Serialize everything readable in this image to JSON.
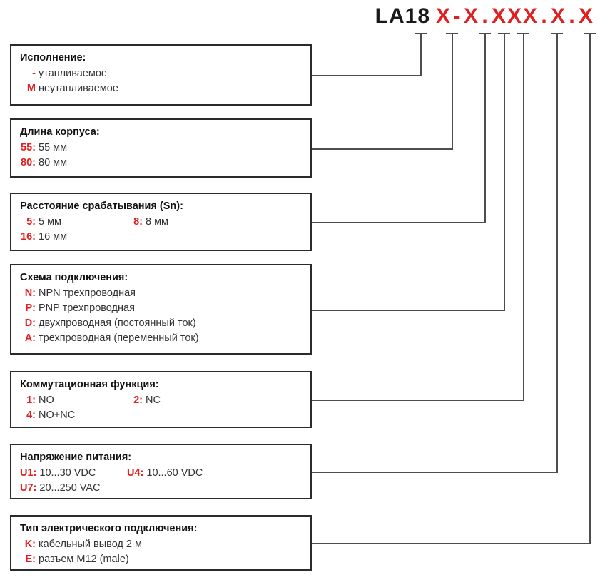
{
  "product_code": {
    "prefix": "LA18",
    "slots": [
      "X",
      "X",
      "X",
      "X",
      "X",
      "X",
      "X"
    ],
    "separators": [
      "-",
      ".",
      "",
      "",
      ".",
      "."
    ],
    "full_code": "LA18X-X.XXX.X.X",
    "prefix_color": "#1a1a1a",
    "slot_color": "#e02020"
  },
  "boxes": [
    {
      "title": "Исполнение:",
      "options": [
        [
          {
            "code": "-",
            "text": "утапливаемое"
          }
        ],
        [
          {
            "code": "M",
            "text": "неутапливаемое"
          }
        ]
      ]
    },
    {
      "title": "Длина корпуса:",
      "options": [
        [
          {
            "code": "55:",
            "text": "55 мм"
          }
        ],
        [
          {
            "code": "80:",
            "text": "80 мм"
          }
        ]
      ]
    },
    {
      "title": "Расстояние срабатывания (Sn):",
      "options": [
        [
          {
            "code": "5:",
            "text": "5 мм"
          },
          {
            "code": "8:",
            "text": "8 мм"
          }
        ],
        [
          {
            "code": "16:",
            "text": "16 мм"
          }
        ]
      ]
    },
    {
      "title": "Схема подключения:",
      "options": [
        [
          {
            "code": "N:",
            "text": "NPN трехпроводная"
          }
        ],
        [
          {
            "code": "P:",
            "text": "PNP трехпроводная"
          }
        ],
        [
          {
            "code": "D:",
            "text": "двухпроводная (постоянный ток)"
          }
        ],
        [
          {
            "code": "A:",
            "text": "трехпроводная (переменный ток)"
          }
        ]
      ]
    },
    {
      "title": "Коммутационная функция:",
      "options": [
        [
          {
            "code": "1:",
            "text": "NO"
          },
          {
            "code": "2:",
            "text": "NC"
          }
        ],
        [
          {
            "code": "4:",
            "text": "NO+NC"
          }
        ]
      ]
    },
    {
      "title": "Напряжение питания:",
      "options": [
        [
          {
            "code": "U1:",
            "text": "10...30 VDC"
          },
          {
            "code": "U4:",
            "text": "10...60 VDC"
          }
        ],
        [
          {
            "code": "U7:",
            "text": "20...250 VAC"
          }
        ]
      ]
    },
    {
      "title": "Тип электрического подключения:",
      "options": [
        [
          {
            "code": "K:",
            "text": "кабельный вывод 2 м"
          }
        ],
        [
          {
            "code": "E:",
            "text": "разъем M12 (male)"
          }
        ]
      ]
    }
  ]
}
